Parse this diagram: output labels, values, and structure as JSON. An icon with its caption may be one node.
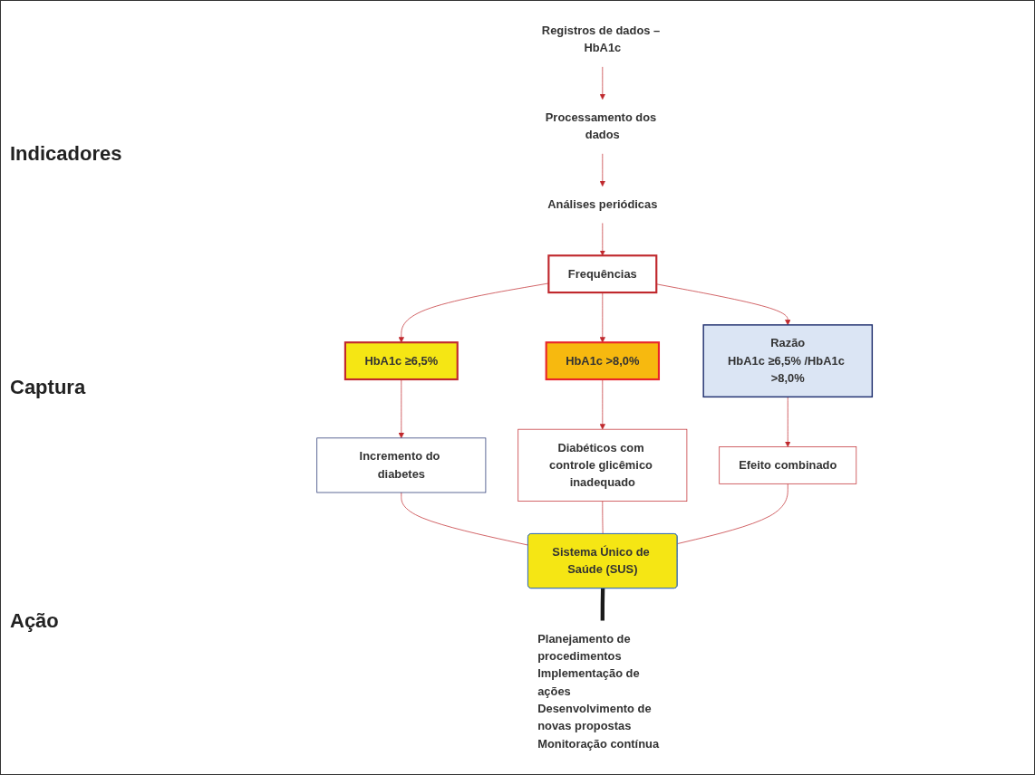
{
  "diagram": {
    "nodes": [
      {
        "text": [
          "Registros de dados – HbA1c"
        ]
      },
      {
        "text": [
          "Processamento dos dados"
        ]
      },
      {
        "text": [
          "Análises periódicas"
        ]
      },
      {
        "text": [
          "Frequências"
        ]
      },
      {
        "text": [
          "HbA1c ≥6,5%"
        ]
      },
      {
        "text": [
          "HbA1c >8,0%"
        ]
      },
      {
        "text": [
          "Razão",
          "HbA1c ≥6,5% /HbA1c >8,0%"
        ]
      },
      {
        "text": [
          "Incremento do diabetes"
        ]
      },
      {
        "text": [
          "Diabéticos com controle glicêmico inadequado"
        ]
      },
      {
        "text": [
          "Efeito combinado"
        ]
      },
      {
        "text": [
          "Sistema Único de Saúde (SUS)"
        ]
      },
      {
        "text": [
          "Planejamento de procedimentos",
          "Implementação de ações",
          "Desenvolvimento de novas propostas",
          "Monitoração contínua"
        ]
      }
    ],
    "edges": [
      {
        "from": 0,
        "to": 1,
        "arrow": "to"
      },
      {
        "from": 1,
        "to": 2,
        "arrow": "to"
      },
      {
        "from": 2,
        "to": 3,
        "arrow": "to"
      },
      {
        "from": 3,
        "to": 4,
        "arrow": "to"
      },
      {
        "from": 3,
        "to": 5,
        "arrow": "to"
      },
      {
        "from": 3,
        "to": 6,
        "arrow": "to"
      },
      {
        "from": 4,
        "to": 7,
        "arrow": "to"
      },
      {
        "from": 5,
        "to": 8,
        "arrow": "to"
      },
      {
        "from": 6,
        "to": 9,
        "arrow": "to"
      },
      {
        "from": 7,
        "to": 10,
        "arrow": "none"
      },
      {
        "from": 8,
        "to": 10,
        "arrow": "none"
      },
      {
        "from": 9,
        "to": 10,
        "arrow": "none"
      },
      {
        "from": 10,
        "to": 11,
        "arrow": "none",
        "style": "thick",
        "color": "#1a1a1a"
      }
    ],
    "labels": [
      "Indicadores",
      "Captura",
      "Ação"
    ]
  }
}
